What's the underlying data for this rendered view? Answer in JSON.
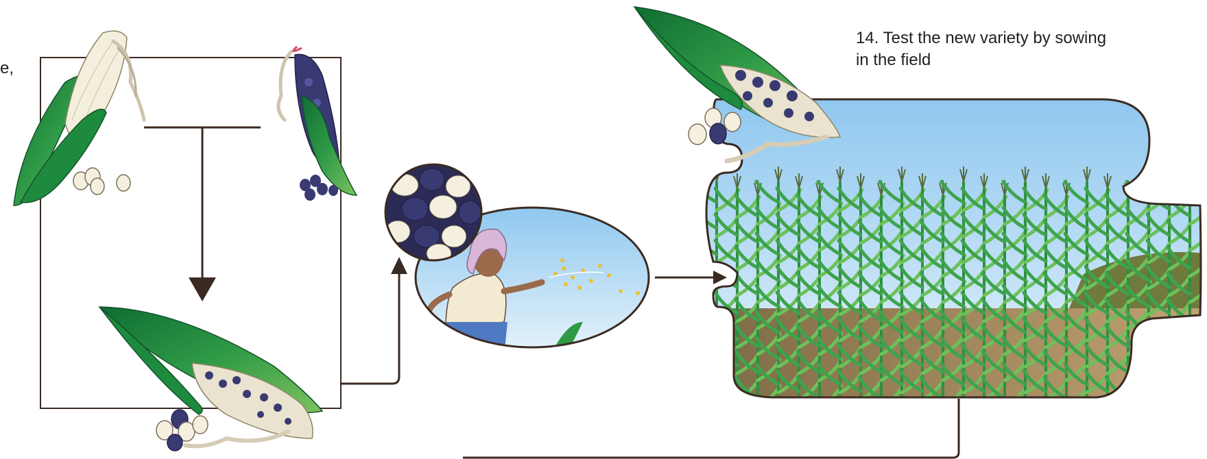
{
  "caption": {
    "text": "14. Test the new variety by sowing in the field",
    "line1": "14. Test the new variety by sowing",
    "line2": "in the field"
  },
  "left_fragment": {
    "line1": "e,"
  },
  "colors": {
    "line": "#3a2a22",
    "leaf_dark": "#1f7a3a",
    "leaf_light": "#55b04a",
    "kernel_white": "#f4efdf",
    "kernel_purple": "#3a3a73",
    "sky": "#cfe8f7",
    "soil": "#a8875c"
  }
}
